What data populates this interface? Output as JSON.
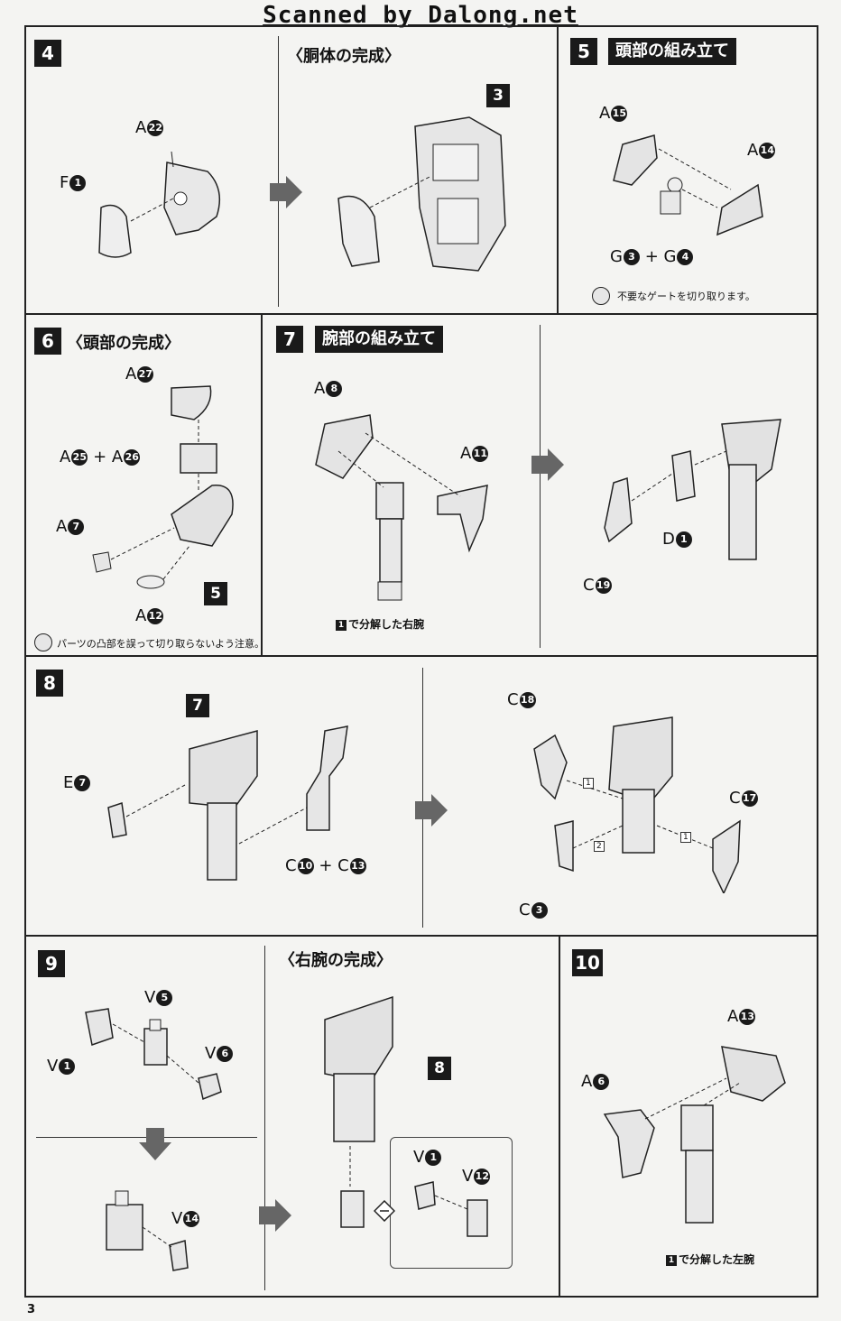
{
  "header": "Scanned by Dalong.net",
  "page_number": "3",
  "steps": {
    "s4": {
      "num": "4",
      "label_a22": "A",
      "n_a22": "22",
      "label_f1": "F",
      "n_f1": "1"
    },
    "torso": {
      "title": "〈胴体の完成〉",
      "ref": "3"
    },
    "s5": {
      "num": "5",
      "title": "頭部の組み立て",
      "a15": "A",
      "n15": "15",
      "a14": "A",
      "n14": "14",
      "g3": "G",
      "n3": "3",
      "plus": "+",
      "g4": "G",
      "n4": "4",
      "note": "不要なゲートを切り取ります。"
    },
    "s6": {
      "num": "6",
      "title": "〈頭部の完成〉",
      "a27": "A",
      "n27": "27",
      "a25": "A",
      "n25": "25",
      "plus": "+",
      "a26": "A",
      "n26": "26",
      "a7": "A",
      "n7": "7",
      "ref5": "5",
      "a12": "A",
      "n12": "12",
      "note": "パーツの凸部を誤って切り取らないよう注意。"
    },
    "s7": {
      "num": "7",
      "title": "腕部の組み立て",
      "a8": "A",
      "n8": "8",
      "a11": "A",
      "n11": "11",
      "part_label": "で分解した右腕",
      "part_num": "1",
      "d1": "D",
      "nd1": "1",
      "c19": "C",
      "n19": "19"
    },
    "s8": {
      "num": "8",
      "ref7": "7",
      "e7": "E",
      "ne7": "7",
      "c10": "C",
      "n10": "10",
      "plus": "+",
      "c13": "C",
      "n13": "13",
      "c18": "C",
      "n18": "18",
      "c17": "C",
      "n17": "17",
      "c3": "C",
      "nc3": "3",
      "b1": "1",
      "b2": "2",
      "b3": "1"
    },
    "s9": {
      "num": "9",
      "v5": "V",
      "n5": "5",
      "v1": "V",
      "n1": "1",
      "v6": "V",
      "n6": "6",
      "v14": "V",
      "n14": "14"
    },
    "rightarm": {
      "title": "〈右腕の完成〉",
      "ref8": "8",
      "v1": "V",
      "n1": "1",
      "v12": "V",
      "n12": "12"
    },
    "s10": {
      "num": "10",
      "a13": "A",
      "n13": "13",
      "a6": "A",
      "n6": "6",
      "part_label": "で分解した左腕",
      "part_num": "1"
    }
  }
}
